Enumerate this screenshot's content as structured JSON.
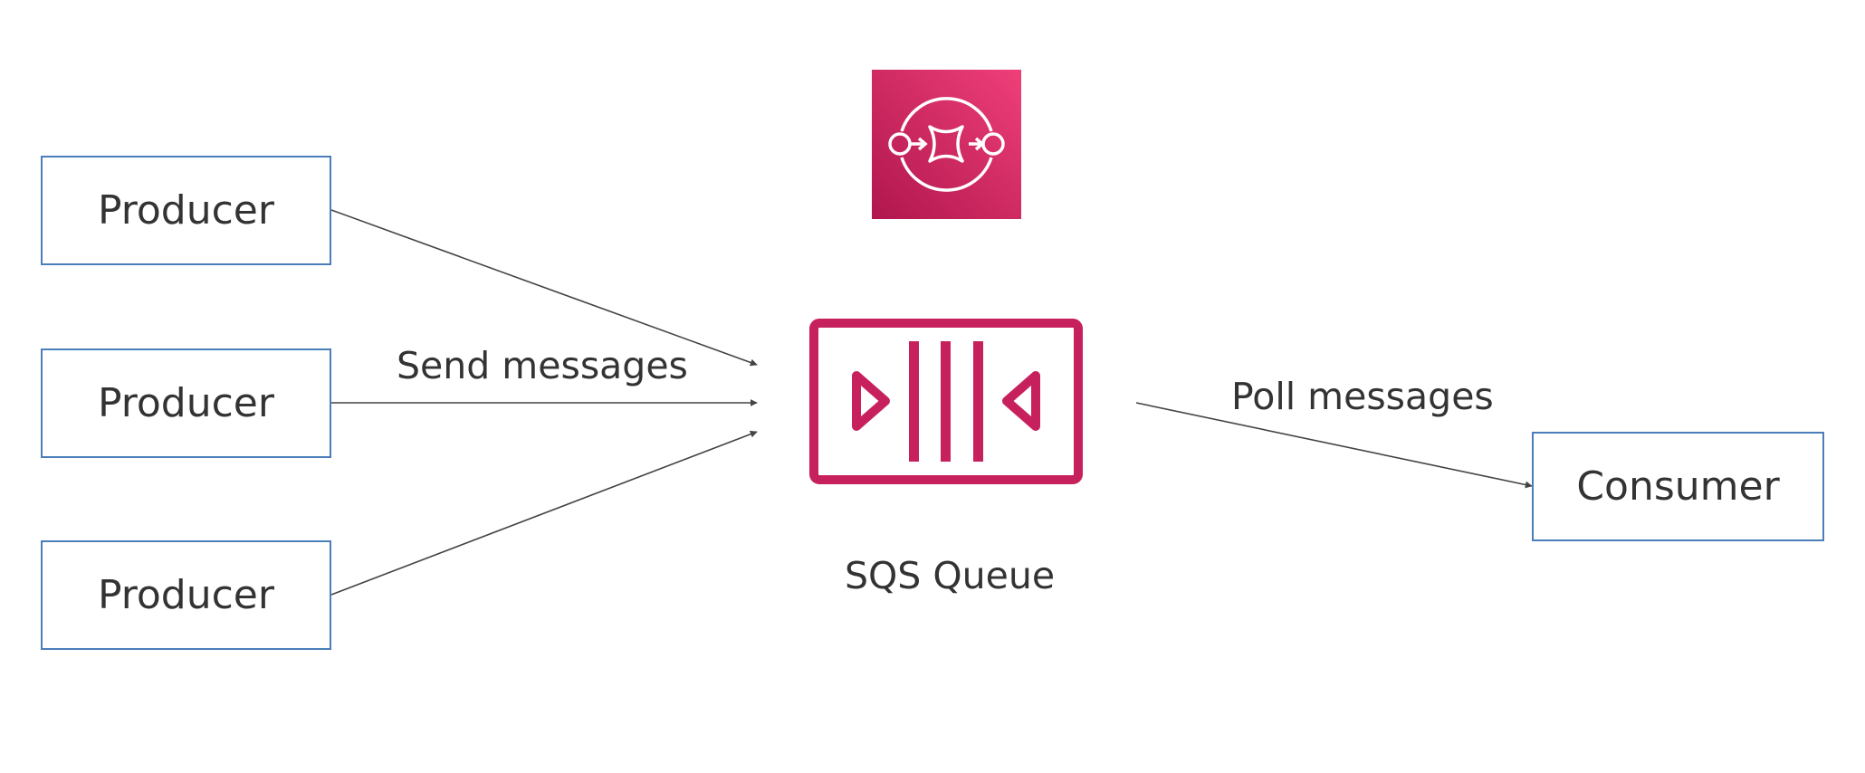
{
  "producers": [
    {
      "label": "Producer"
    },
    {
      "label": "Producer"
    },
    {
      "label": "Producer"
    }
  ],
  "consumer": {
    "label": "Consumer"
  },
  "queue": {
    "label": "SQS Queue"
  },
  "edges": {
    "send_label": "Send messages",
    "poll_label": "Poll messages"
  },
  "icons": {
    "service_logo": "amazon-sqs-icon",
    "queue": "sqs-queue-icon"
  },
  "colors": {
    "box_border": "#4a7ebb",
    "sqs_accent": "#c7215d",
    "text": "#333333",
    "arrow": "#444444"
  }
}
